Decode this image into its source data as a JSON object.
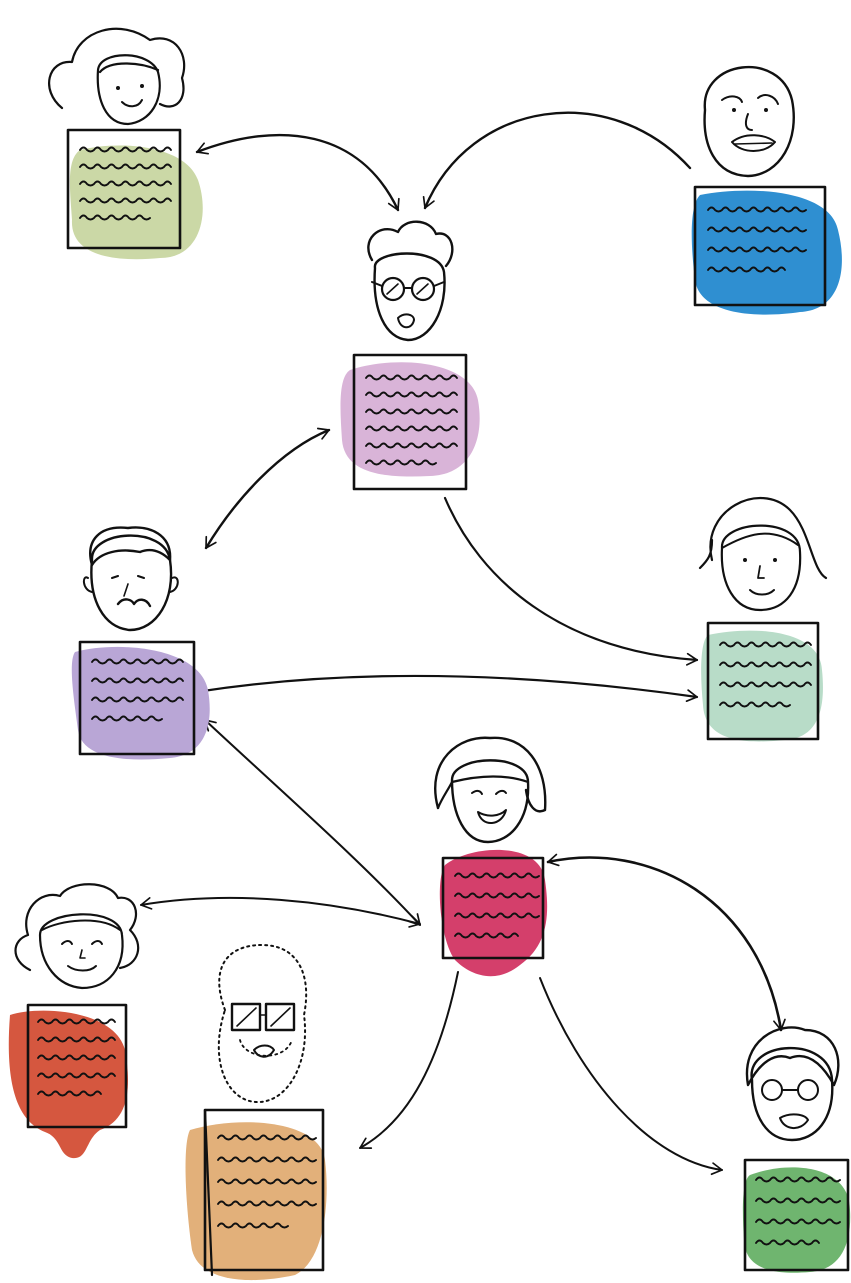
{
  "diagram": {
    "kind": "hand-drawn people network",
    "ink_color": "#111111",
    "nodes": [
      {
        "id": "curly-hair-woman",
        "icon": "woman-curly-hair-icon",
        "doc_color": "#cbd8a6",
        "lines": 5
      },
      {
        "id": "bald-man",
        "icon": "bald-man-icon",
        "doc_color": "#2f8fd1",
        "lines": 4
      },
      {
        "id": "glasses-person",
        "icon": "person-round-glasses-icon",
        "doc_color": "#d9b4d8",
        "lines": 6
      },
      {
        "id": "mustache-man",
        "icon": "mustache-man-icon",
        "doc_color": "#b9a6d6",
        "lines": 4
      },
      {
        "id": "long-hair-woman",
        "icon": "woman-long-hair-icon",
        "doc_color": "#b8dcc8",
        "lines": 4
      },
      {
        "id": "bob-hair-woman",
        "icon": "woman-bob-hair-icon",
        "doc_color": "#d43f6b",
        "lines": 4
      },
      {
        "id": "wavy-hair-woman",
        "icon": "woman-wavy-hair-icon",
        "doc_color": "#d5573f",
        "lines": 5
      },
      {
        "id": "bearded-man",
        "icon": "bearded-man-sunglasses-icon",
        "doc_color": "#e2b07a",
        "lines": 5
      },
      {
        "id": "glasses-man",
        "icon": "man-glasses-icon",
        "doc_color": "#6fb56f",
        "lines": 4
      }
    ],
    "edges": [
      {
        "from": "glasses-person",
        "to": "curly-hair-woman",
        "direction": "both"
      },
      {
        "from": "bald-man",
        "to": "glasses-person",
        "direction": "forward"
      },
      {
        "from": "glasses-person",
        "to": "mustache-man",
        "direction": "both"
      },
      {
        "from": "glasses-person",
        "to": "long-hair-woman",
        "direction": "forward"
      },
      {
        "from": "mustache-man",
        "to": "long-hair-woman",
        "direction": "both"
      },
      {
        "from": "mustache-man",
        "to": "bob-hair-woman",
        "direction": "both"
      },
      {
        "from": "bob-hair-woman",
        "to": "wavy-hair-woman",
        "direction": "both"
      },
      {
        "from": "bob-hair-woman",
        "to": "glasses-man",
        "direction": "both"
      },
      {
        "from": "bob-hair-woman",
        "to": "bearded-man",
        "direction": "forward"
      }
    ]
  }
}
